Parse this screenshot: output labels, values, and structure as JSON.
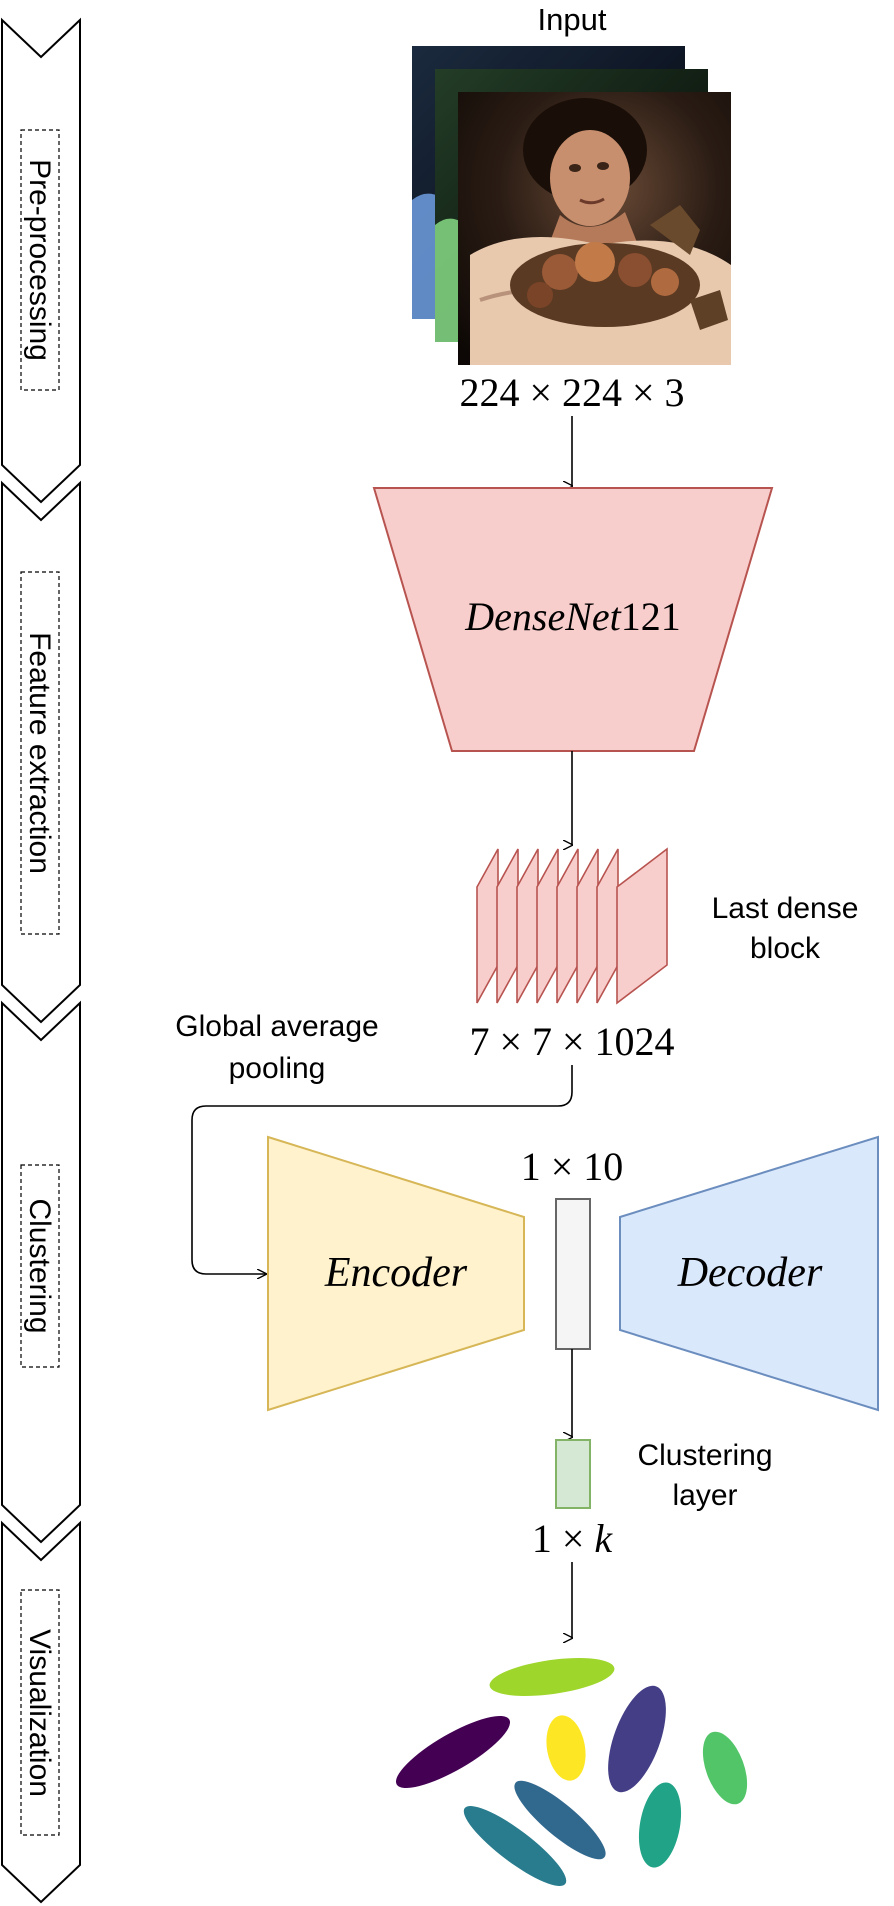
{
  "stages": [
    {
      "label": "Pre-processing"
    },
    {
      "label": "Feature extraction"
    },
    {
      "label": "Clustering"
    },
    {
      "label": "Visualization"
    }
  ],
  "input": {
    "title": "Input",
    "dims": "224 × 224 × 3",
    "channel_tints": [
      "#5b8fd6",
      "#58b060",
      "#c47a52"
    ]
  },
  "backbone": {
    "name": "DenseNet",
    "suffix": "121",
    "fill": "#f8cecc",
    "stroke": "#b85450"
  },
  "features": {
    "label_line1": "Last dense",
    "label_line2": "block",
    "dims": "7 × 7 × 1024"
  },
  "pooling": {
    "label_line1": "Global average",
    "label_line2": "pooling"
  },
  "encoder": {
    "label": "Encoder",
    "fill": "#fff2cc",
    "stroke": "#d6b656"
  },
  "latent": {
    "dims": "1 × 10",
    "fill": "#f5f5f5",
    "stroke": "#666666"
  },
  "decoder": {
    "label": "Decoder",
    "fill": "#dae8fc",
    "stroke": "#6c8ebf"
  },
  "clustering": {
    "label_line1": "Clustering",
    "label_line2": "layer",
    "dims_prefix": "1 × ",
    "dims_var": "k",
    "fill": "#d5e8d4",
    "stroke": "#82b366"
  },
  "cluster_colors": [
    "#9ed62c",
    "#440154",
    "#fde725",
    "#433e85",
    "#52c569",
    "#31688e",
    "#20a386",
    "#287c8e"
  ]
}
